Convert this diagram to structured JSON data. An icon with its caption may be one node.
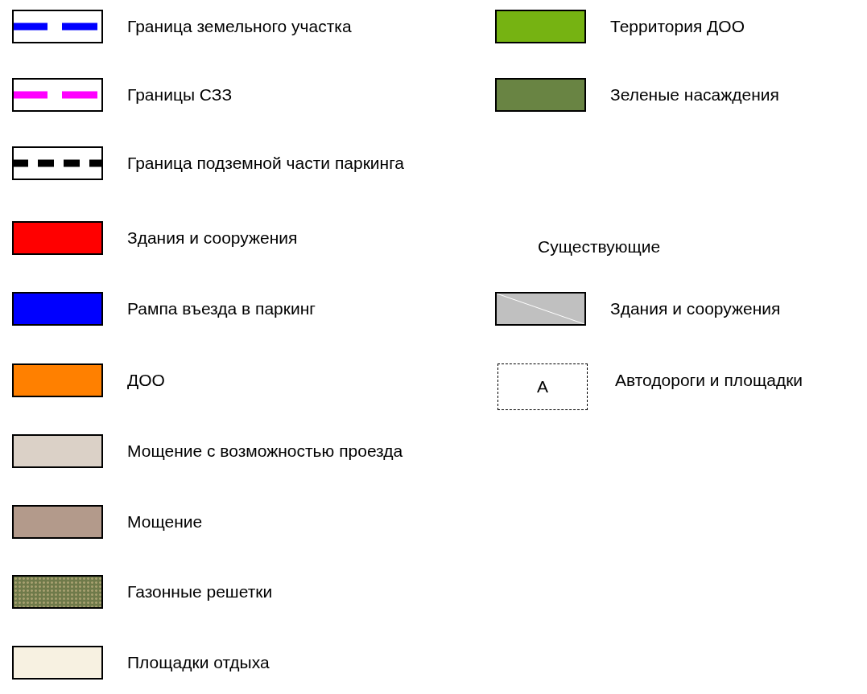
{
  "diagram": {
    "labels": [
      "Существующие",
      "А"
    ],
    "legend": [
      {
        "text": "Граница земельного участка"
      },
      {
        "text": "Границы СЗЗ"
      },
      {
        "text": "Граница подземной части паркинга"
      },
      {
        "text": "Здания и сооружения",
        "color": "#ff0000"
      },
      {
        "text": "Рампа въезда в паркинг",
        "color": "#0000ff"
      },
      {
        "text": "ДОО",
        "color": "#ff8000"
      },
      {
        "text": "Мощение с возможностью проезда",
        "color": "#dbd1c7"
      },
      {
        "text": "Мощение",
        "color": "#b39a8b"
      },
      {
        "text": "Газонные решетки"
      },
      {
        "text": "Площадки отдыха",
        "color": "#f7f1e1"
      },
      {
        "text": "Территория ДОО",
        "color": "#76b312"
      },
      {
        "text": "Зеленые насаждения",
        "color": "#698443"
      },
      {
        "text": "Здания и сооружения",
        "color": "#c0c0c0"
      },
      {
        "text": "Автодороги и площадки"
      }
    ]
  }
}
